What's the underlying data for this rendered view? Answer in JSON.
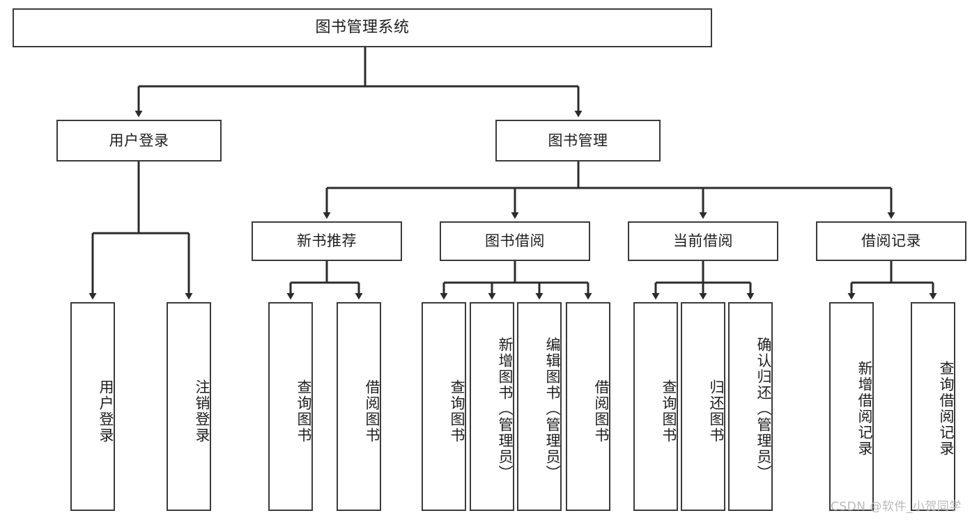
{
  "diagram": {
    "title": "图书管理系统",
    "watermark": "CSDN @软件_小贺同学",
    "colors": {
      "background": "#ffffff",
      "border": "#3a3a3a",
      "text": "#1d1d1d",
      "edge": "#2b2b2b",
      "watermark": "#b9b9b9"
    },
    "nodes": {
      "root": {
        "label": "图书管理系统"
      },
      "level1": [
        {
          "id": "user-login",
          "label": "用户登录"
        },
        {
          "id": "book-manage",
          "label": "图书管理"
        }
      ],
      "level2": [
        {
          "id": "new-book-recommend",
          "label": "新书推荐"
        },
        {
          "id": "book-borrow",
          "label": "图书借阅"
        },
        {
          "id": "current-borrow",
          "label": "当前借阅"
        },
        {
          "id": "borrow-record",
          "label": "借阅记录"
        }
      ],
      "leaves": {
        "user-login": [
          {
            "id": "leaf-user-login",
            "label": "用户登录"
          },
          {
            "id": "leaf-logout-login",
            "label": "注销登录"
          }
        ],
        "new-book-recommend": [
          {
            "id": "leaf-query-book-1",
            "label": "查询图书"
          },
          {
            "id": "leaf-borrow-book-1",
            "label": "借阅图书"
          }
        ],
        "book-borrow": [
          {
            "id": "leaf-query-book-2",
            "label": "查询图书"
          },
          {
            "id": "leaf-add-book",
            "label": "新增图书（管理员）"
          },
          {
            "id": "leaf-edit-book",
            "label": "编辑图书（管理员）"
          },
          {
            "id": "leaf-borrow-book-2",
            "label": "借阅图书"
          }
        ],
        "current-borrow": [
          {
            "id": "leaf-query-book-3",
            "label": "查询图书"
          },
          {
            "id": "leaf-return-book",
            "label": "归还图书"
          },
          {
            "id": "leaf-confirm-return",
            "label": "确认归还（管理员）"
          }
        ],
        "borrow-record": [
          {
            "id": "leaf-add-record",
            "label": "新增借阅记录"
          },
          {
            "id": "leaf-query-record",
            "label": "查询借阅记录"
          }
        ]
      }
    }
  }
}
